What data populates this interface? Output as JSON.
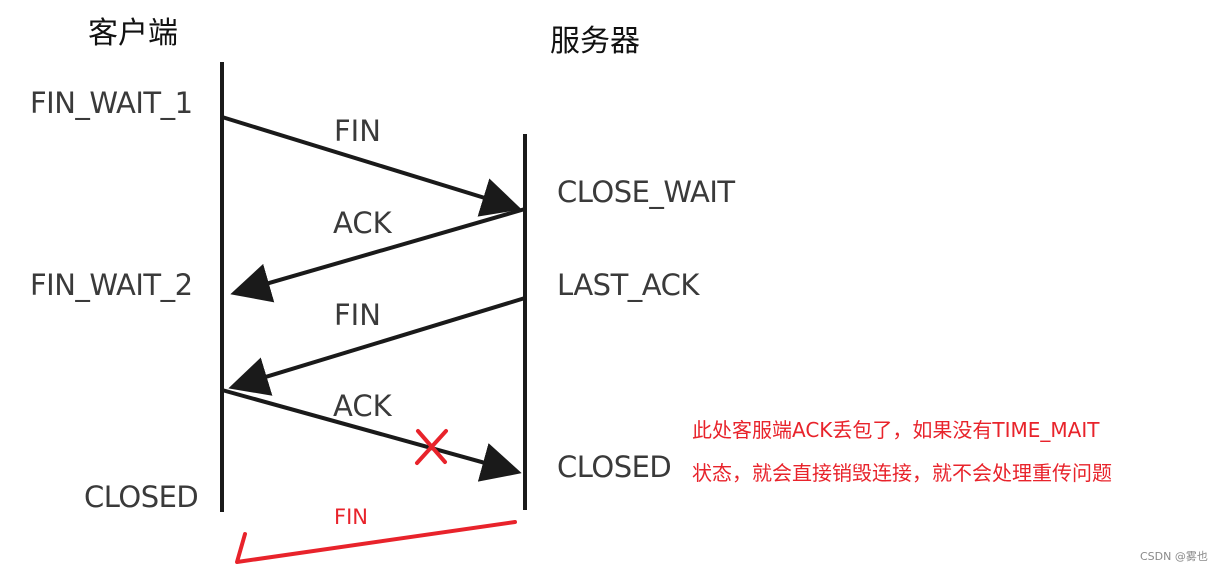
{
  "headers": {
    "client": "客户端",
    "server": "服务器"
  },
  "client_states": {
    "fin_wait_1": "FIN_WAIT_1",
    "fin_wait_2": "FIN_WAIT_2",
    "closed": "CLOSED"
  },
  "server_states": {
    "close_wait": "CLOSE_WAIT",
    "last_ack": "LAST_ACK",
    "closed": "CLOSED"
  },
  "messages": {
    "fin_1": "FIN",
    "ack_1": "ACK",
    "fin_2": "FIN",
    "ack_2": "ACK",
    "fin_resend": "FIN"
  },
  "annotation": {
    "line1": "此处客服端ACK丢包了，如果没有TIME_MAIT",
    "line2": "状态，就会直接销毁连接，就不会处理重传问题"
  },
  "watermark": "CSDN @雾也",
  "colors": {
    "arrow": "#1a1a1a",
    "annotation": "#e8232b"
  }
}
